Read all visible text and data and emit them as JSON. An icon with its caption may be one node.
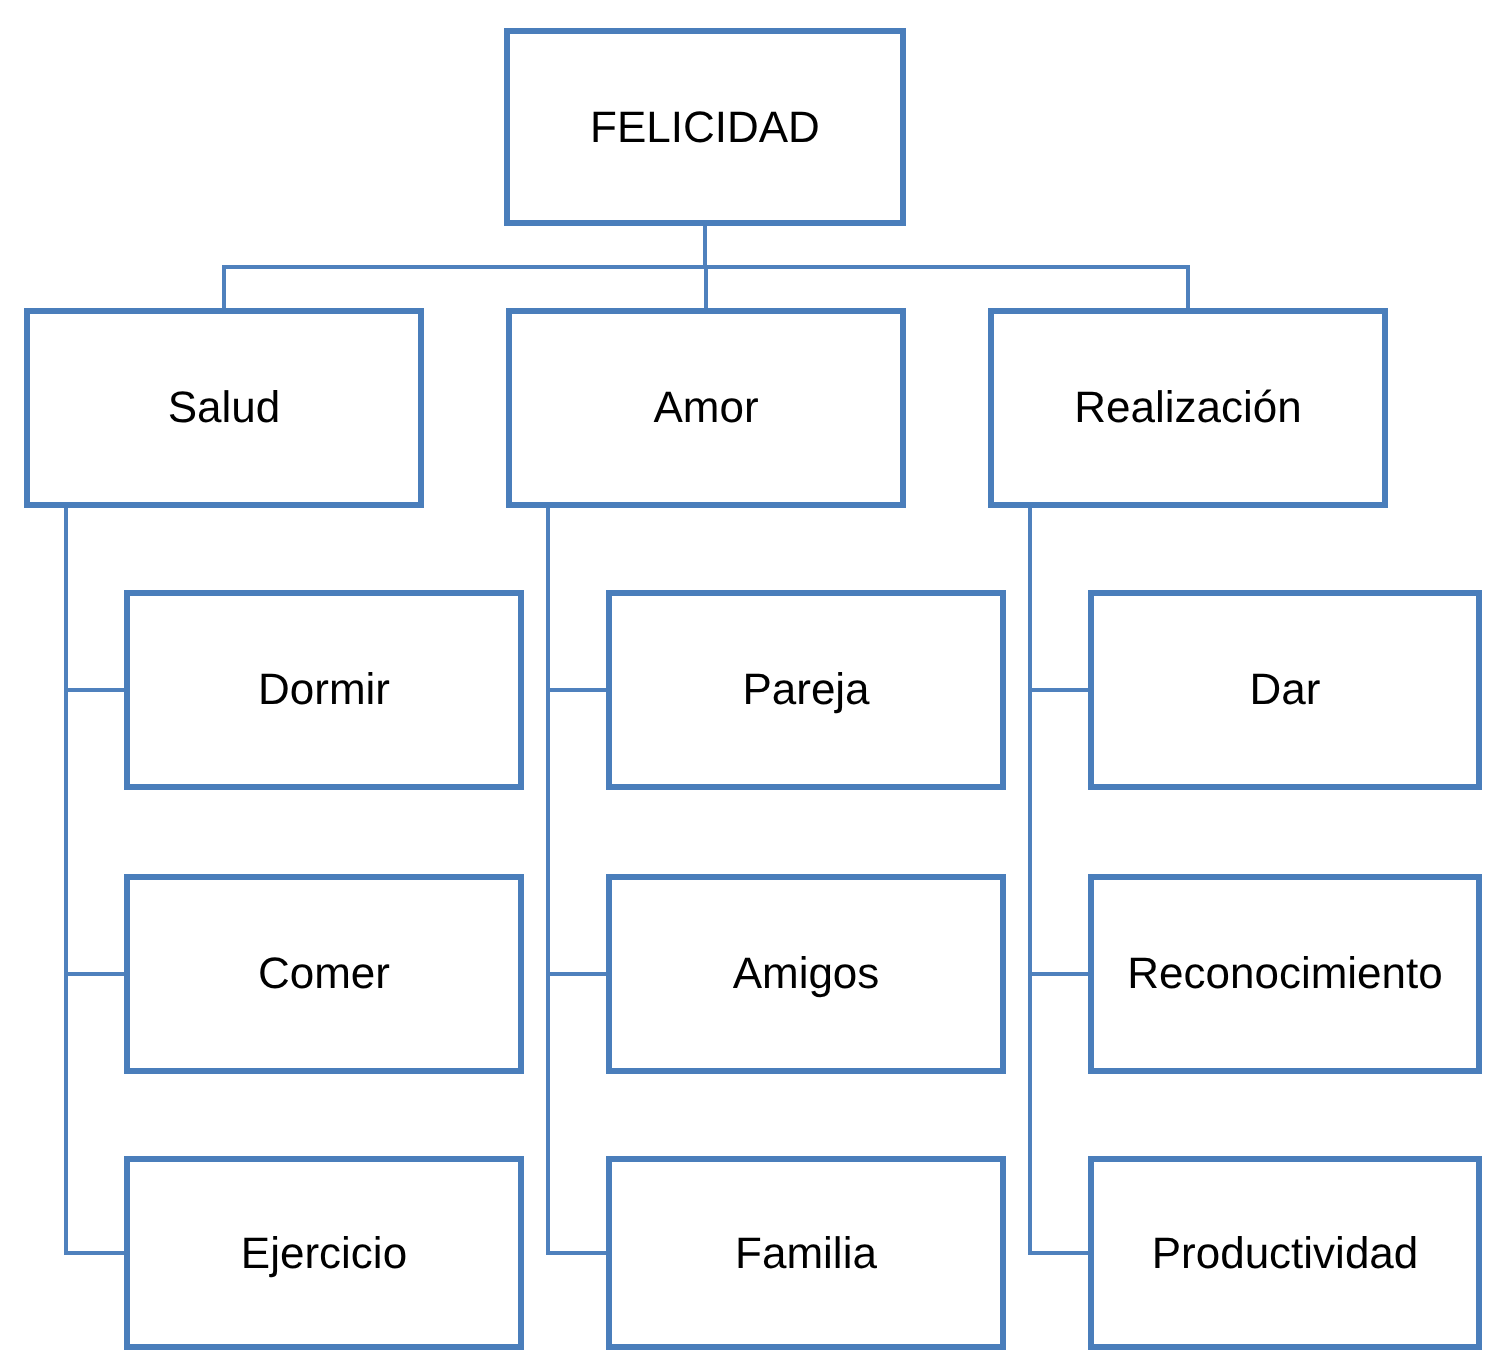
{
  "diagram": {
    "nodes": [
      {
        "text": [
          "FELICIDAD"
        ]
      },
      {
        "text": [
          "Salud"
        ]
      },
      {
        "text": [
          "Amor"
        ]
      },
      {
        "text": [
          "Realización"
        ]
      },
      {
        "text": [
          "Dormir"
        ]
      },
      {
        "text": [
          "Comer"
        ]
      },
      {
        "text": [
          "Ejercicio"
        ]
      },
      {
        "text": [
          "Pareja"
        ]
      },
      {
        "text": [
          "Amigos"
        ]
      },
      {
        "text": [
          "Familia"
        ]
      },
      {
        "text": [
          "Dar"
        ]
      },
      {
        "text": [
          "Reconocimiento"
        ]
      },
      {
        "text": [
          "Productividad"
        ]
      }
    ],
    "edges": [
      {
        "from": 0,
        "to": 1,
        "arrow": "none"
      },
      {
        "from": 0,
        "to": 2,
        "arrow": "none"
      },
      {
        "from": 0,
        "to": 3,
        "arrow": "none"
      },
      {
        "from": 1,
        "to": 4,
        "arrow": "none"
      },
      {
        "from": 1,
        "to": 5,
        "arrow": "none"
      },
      {
        "from": 1,
        "to": 6,
        "arrow": "none"
      },
      {
        "from": 2,
        "to": 7,
        "arrow": "none"
      },
      {
        "from": 2,
        "to": 8,
        "arrow": "none"
      },
      {
        "from": 2,
        "to": 9,
        "arrow": "none"
      },
      {
        "from": 3,
        "to": 10,
        "arrow": "none"
      },
      {
        "from": 3,
        "to": 11,
        "arrow": "none"
      },
      {
        "from": 3,
        "to": 12,
        "arrow": "none"
      }
    ]
  }
}
